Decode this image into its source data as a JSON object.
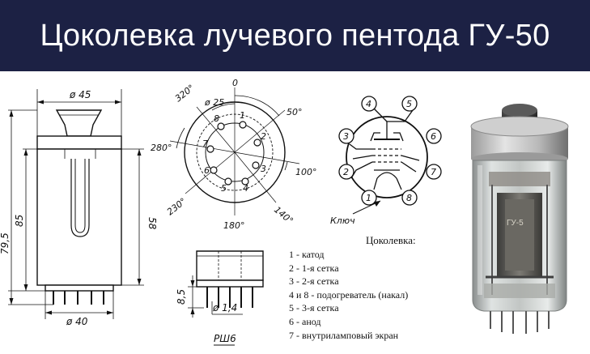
{
  "title": "Цоколевка лучевого пентода ГУ-50",
  "colors": {
    "banner": "#1c2144",
    "banner_text": "#ffffff",
    "ink": "#111111"
  },
  "side_drawing": {
    "dim_top": "ø 45",
    "dim_bottom": "ø 40",
    "dim_right": "58",
    "dim_left_outer": "79,5",
    "dim_left_inner": "85"
  },
  "base_drawing": {
    "angles": [
      "0",
      "320°",
      "50°",
      "280°",
      "100°",
      "230°",
      "140°",
      "180°"
    ],
    "diameter": "ø 25",
    "pins": [
      "8",
      "1",
      "2",
      "7",
      "3",
      "6",
      "5",
      "4"
    ]
  },
  "schematic": {
    "pins": [
      "4",
      "5",
      "3",
      "6",
      "2",
      "7",
      "1",
      "8"
    ],
    "key_label": "Ключ"
  },
  "socket_drawing": {
    "height": "8,5",
    "pin_diameter": "ø 1,4",
    "name": "РШ6"
  },
  "legend": {
    "title": "Цоколевка:",
    "items": [
      "1 - катод",
      "2 - 1-я сетка",
      "3 - 2-я сетка",
      "4 и 8 - подогреватель (накал)",
      "5 - 3-я сетка",
      "6 - анод",
      "7 - внутриламповый экран"
    ]
  },
  "photo": {
    "tube_marking": "ГУ-5"
  }
}
